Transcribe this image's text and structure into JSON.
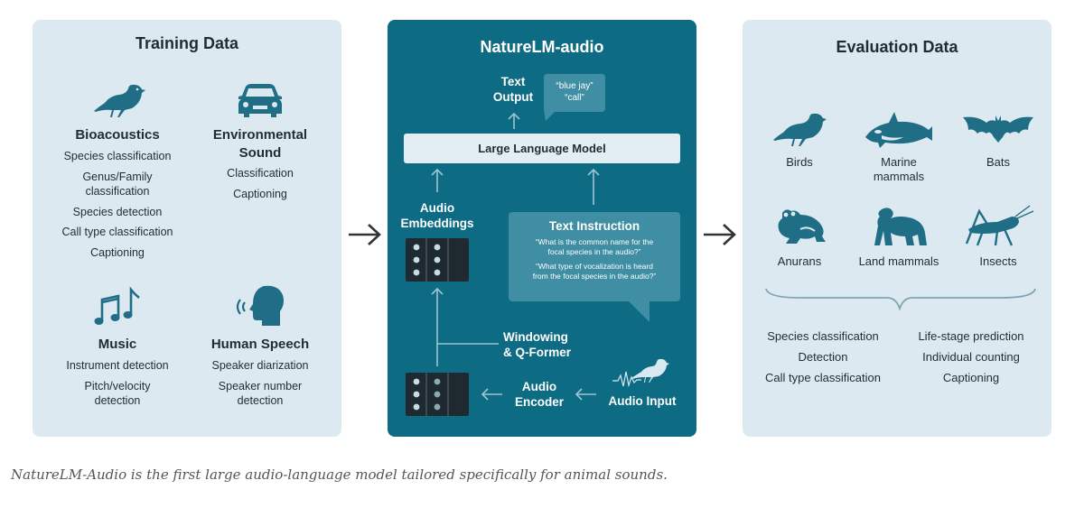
{
  "training": {
    "title": "Training Data",
    "bioacoustics": {
      "title": "Bioacoustics",
      "items": [
        "Species classification",
        "Genus/Family",
        "classification",
        "Species detection",
        "Call type classification",
        "Captioning"
      ]
    },
    "environmental": {
      "title_1": "Environmental",
      "title_2": "Sound",
      "items": [
        "Classification",
        "Captioning"
      ]
    },
    "music": {
      "title": "Music",
      "items": [
        "Instrument detection",
        "Pitch/velocity",
        "detection"
      ]
    },
    "speech": {
      "title": "Human Speech",
      "items": [
        "Speaker diarization",
        "Speaker number",
        "detection"
      ]
    }
  },
  "model": {
    "title": "NatureLM-audio",
    "text_output": [
      "Text",
      "Output"
    ],
    "output_examples": [
      "“blue jay”",
      "“call”"
    ],
    "llm": "Large Language Model",
    "audio_embeddings": [
      "Audio",
      "Embeddings"
    ],
    "text_instruction": {
      "title": "Text Instruction",
      "q1": [
        "“What is the common name for the",
        "focal species in the audio?”"
      ],
      "q2": [
        "“What type of vocalization is heard",
        "from the focal species in the audio?”"
      ]
    },
    "windowing": [
      "Windowing",
      "& Q-Former"
    ],
    "audio_encoder": [
      "Audio",
      "Encoder"
    ],
    "audio_input": "Audio Input"
  },
  "evaluation": {
    "title": "Evaluation Data",
    "animals": [
      "Birds",
      "Marine",
      "mammals",
      "Bats",
      "Anurans",
      "Land mammals",
      "Insects"
    ],
    "tasks_left": [
      "Species classification",
      "Detection",
      "Call type classification"
    ],
    "tasks_right": [
      "Life-stage prediction",
      "Individual counting",
      "Captioning"
    ]
  },
  "caption": "NatureLM-Audio is the first large audio-language model tailored specifically for animal sounds.",
  "colors": {
    "light_panel": "#dce9f1",
    "dark_panel": "#0d6b84",
    "icon": "#1f6e86",
    "llm_box": "#e3eef3",
    "bubble": "#3f8ea4"
  }
}
